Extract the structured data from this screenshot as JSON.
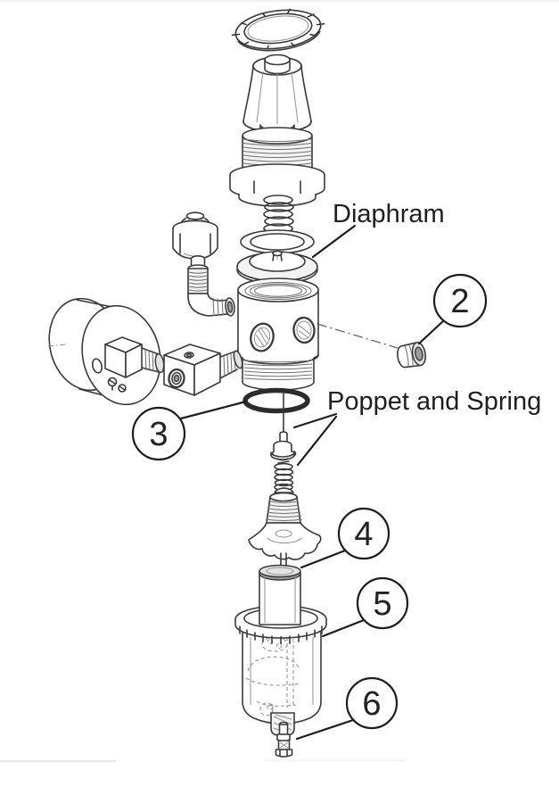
{
  "page": {
    "background": "#ffffff",
    "top_rule_color": "#f2f2f2",
    "bottom_rule_color": "#dedede",
    "faint_rule_color": "#f0f0f0"
  },
  "diagram": {
    "kind": "exploded-parts-view",
    "ink_color": "#3a3a3a",
    "labels": {
      "diaphragm": "Diaphram",
      "poppet_and_spring": "Poppet and Spring"
    },
    "callouts": [
      {
        "number": "2"
      },
      {
        "number": "3"
      },
      {
        "number": "4"
      },
      {
        "number": "5"
      },
      {
        "number": "6"
      }
    ]
  }
}
